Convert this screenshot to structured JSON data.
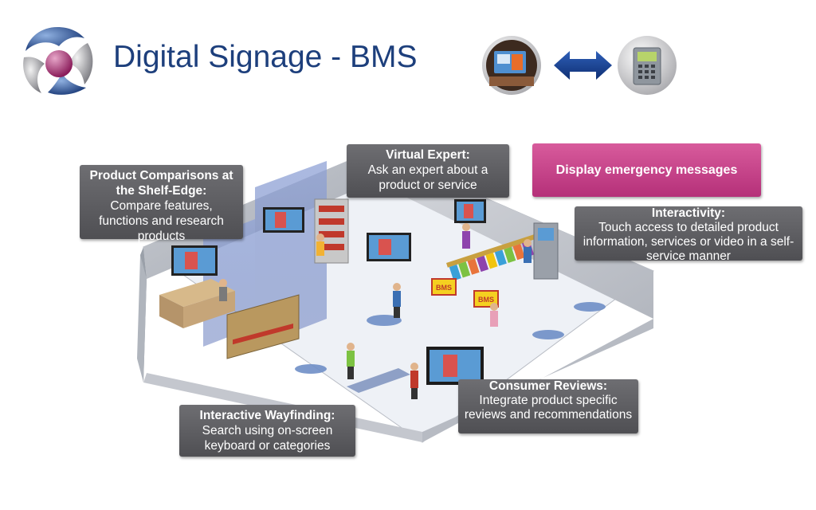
{
  "header": {
    "title": "Digital Signage - BMS"
  },
  "icons": {
    "logo": "company-logo-icon",
    "sign": "digital-sign-icon",
    "arrow": "double-arrow-icon",
    "bms": "bms-controller-icon"
  },
  "callouts": {
    "product": {
      "heading": "Product Comparisons at the Shelf-Edge:",
      "body": "Compare features, functions and research products"
    },
    "expert": {
      "heading": "Virtual Expert:",
      "body": "Ask an expert about a product or service"
    },
    "emergency": {
      "label": "Display emergency messages"
    },
    "interactivity": {
      "heading": "Interactivity:",
      "body": "Touch access to detailed product information, services or video in a self-service manner"
    },
    "reviews": {
      "heading": "Consumer Reviews:",
      "body": "Integrate product specific reviews and recommendations"
    },
    "wayfinding": {
      "heading": "Interactive Wayfinding:",
      "body": "Search using on-screen keyboard or categories"
    }
  },
  "scene": {
    "store_sign_text": "BMS"
  },
  "colors": {
    "title": "#1d3f7c",
    "callout": "#5a5a5e",
    "emergency": "#c2417f",
    "floor": "#eef1f6"
  }
}
